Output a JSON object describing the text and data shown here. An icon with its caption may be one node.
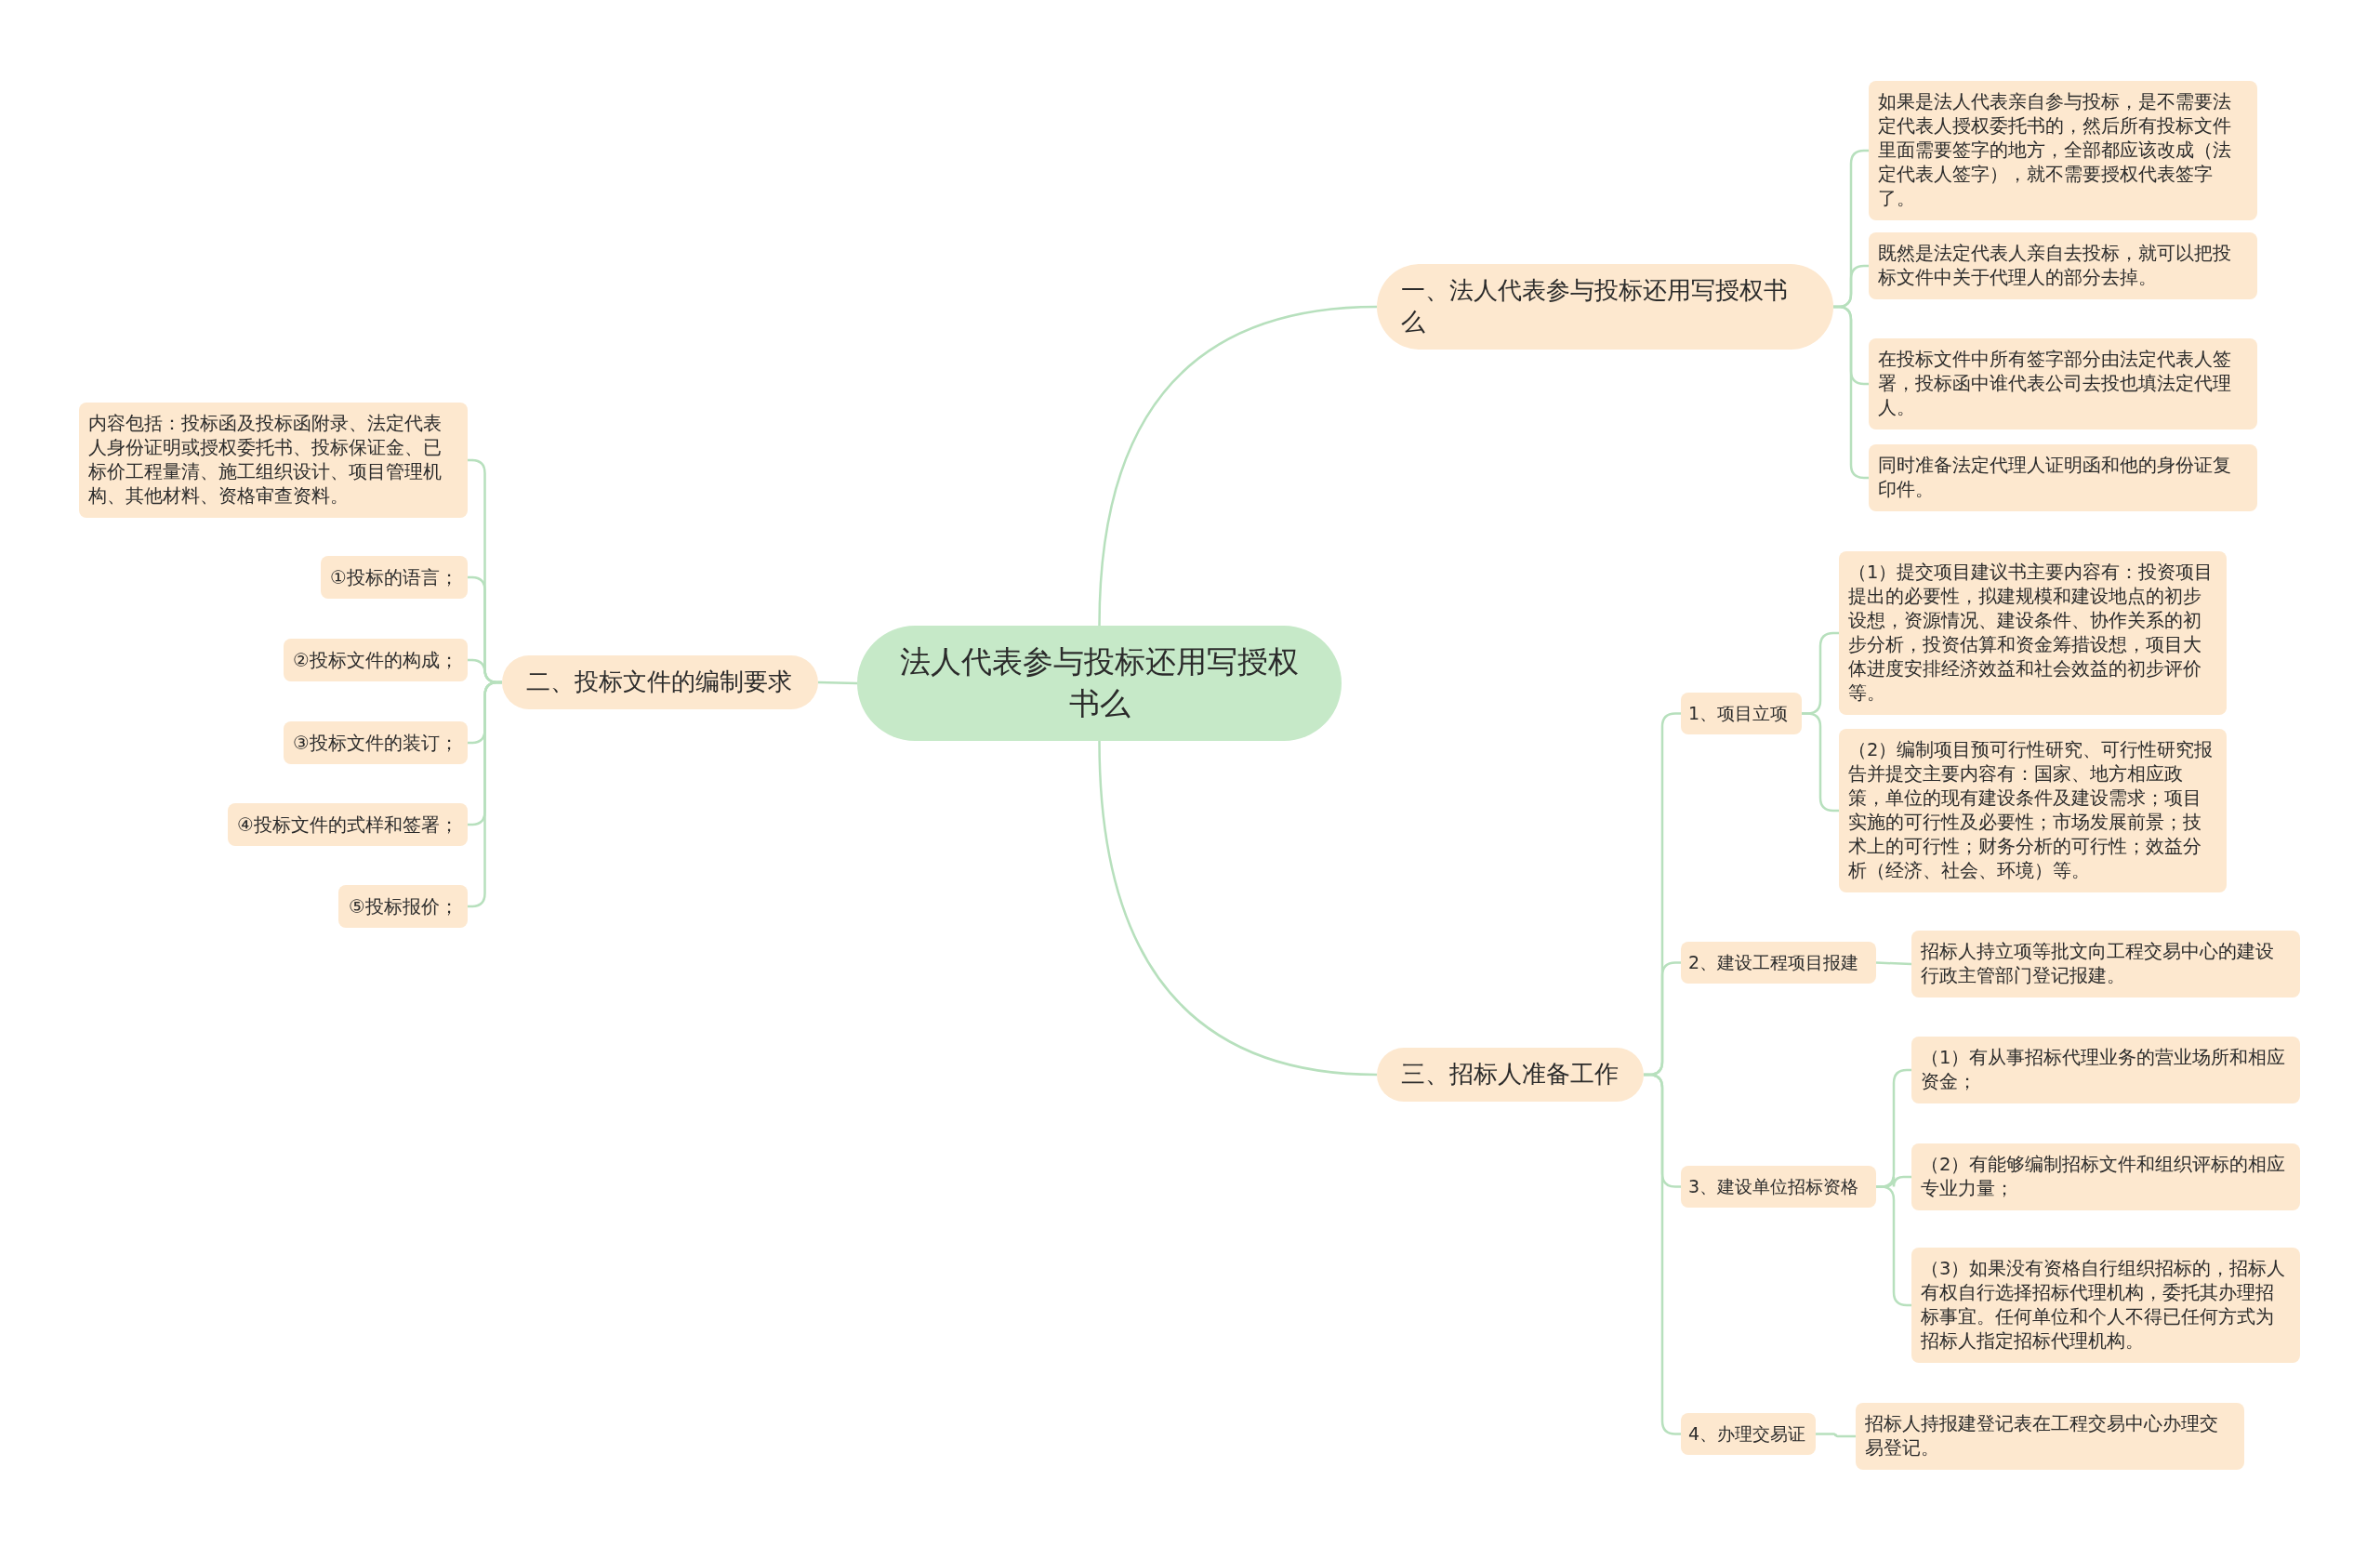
{
  "diagram": {
    "nodes": [
      {
        "text": [
          "法人代表参与投标还用写授权书么"
        ]
      },
      {
        "text": [
          "一、法人代表参与投标还用写授权书么"
        ]
      },
      {
        "text": [
          "如果是法人代表亲自参与投标，是不需要法定代表人授权委托书的，然后所有投标文件里面需要签字的地方，全部都应该改成（法定代表人签字），就不需要授权代表签字了。"
        ]
      },
      {
        "text": [
          "既然是法定代表人亲自去投标，就可以把投标文件中关于代理人的部分去掉。"
        ]
      },
      {
        "text": [
          "在投标文件中所有签字部分由法定代表人签署，投标函中谁代表公司去投也填法定代理人。"
        ]
      },
      {
        "text": [
          "同时准备法定代理人证明函和他的身份证复印件。"
        ]
      },
      {
        "text": [
          "二、投标文件的编制要求"
        ]
      },
      {
        "text": [
          "内容包括：投标函及投标函附录、法定代表人身份证明或授权委托书、投标保证金、已标价工程量清、施工组织设计、项目管理机构、其他材料、资格审查资料。"
        ]
      },
      {
        "text": [
          "①投标的语言；"
        ]
      },
      {
        "text": [
          "②投标文件的构成；"
        ]
      },
      {
        "text": [
          "③投标文件的装订；"
        ]
      },
      {
        "text": [
          "④投标文件的式样和签署；"
        ]
      },
      {
        "text": [
          "⑤投标报价；"
        ]
      },
      {
        "text": [
          "三、招标人准备工作"
        ]
      },
      {
        "text": [
          "1、项目立项"
        ]
      },
      {
        "text": [
          "（1）提交项目建议书主要内容有：投资项目提出的必要性，拟建规模和建设地点的初步设想，资源情况、建设条件、协作关系的初步分析，投资估算和资金筹措设想，项目大体进度安排经济效益和社会效益的初步评价等。"
        ]
      },
      {
        "text": [
          "（2）编制项目预可行性研究、可行性研究报告并提交主要内容有：国家、地方相应政策，单位的现有建设条件及建设需求；项目实施的可行性及必要性；市场发展前景；技术上的可行性；财务分析的可行性；效益分析（经济、社会、环境）等。"
        ]
      },
      {
        "text": [
          "2、建设工程项目报建"
        ]
      },
      {
        "text": [
          "招标人持立项等批文向工程交易中心的建设行政主管部门登记报建。"
        ]
      },
      {
        "text": [
          "3、建设单位招标资格"
        ]
      },
      {
        "text": [
          "（1）有从事招标代理业务的营业场所和相应资金；"
        ]
      },
      {
        "text": [
          "（2）有能够编制招标文件和组织评标的相应专业力量；"
        ]
      },
      {
        "text": [
          "（3）如果没有资格自行组织招标的，招标人有权自行选择招标代理机构，委托其办理招标事宜。任何单位和个人不得已任何方式为招标人指定招标代理机构。"
        ]
      },
      {
        "text": [
          "4、办理交易证"
        ]
      },
      {
        "text": [
          "招标人持报建登记表在工程交易中心办理交易登记。"
        ]
      }
    ],
    "edges": [
      {
        "from": 0,
        "to": 1,
        "arrow": "none"
      },
      {
        "from": 1,
        "to": 2,
        "arrow": "none"
      },
      {
        "from": 1,
        "to": 3,
        "arrow": "none"
      },
      {
        "from": 1,
        "to": 4,
        "arrow": "none"
      },
      {
        "from": 1,
        "to": 5,
        "arrow": "none"
      },
      {
        "from": 0,
        "to": 6,
        "arrow": "none"
      },
      {
        "from": 6,
        "to": 7,
        "arrow": "none"
      },
      {
        "from": 6,
        "to": 8,
        "arrow": "none"
      },
      {
        "from": 6,
        "to": 9,
        "arrow": "none"
      },
      {
        "from": 6,
        "to": 10,
        "arrow": "none"
      },
      {
        "from": 6,
        "to": 11,
        "arrow": "none"
      },
      {
        "from": 6,
        "to": 12,
        "arrow": "none"
      },
      {
        "from": 0,
        "to": 13,
        "arrow": "none"
      },
      {
        "from": 13,
        "to": 14,
        "arrow": "none"
      },
      {
        "from": 14,
        "to": 15,
        "arrow": "none"
      },
      {
        "from": 14,
        "to": 16,
        "arrow": "none"
      },
      {
        "from": 13,
        "to": 17,
        "arrow": "none"
      },
      {
        "from": 17,
        "to": 18,
        "arrow": "none"
      },
      {
        "from": 13,
        "to": 19,
        "arrow": "none"
      },
      {
        "from": 19,
        "to": 20,
        "arrow": "none"
      },
      {
        "from": 19,
        "to": 21,
        "arrow": "none"
      },
      {
        "from": 19,
        "to": 22,
        "arrow": "none"
      },
      {
        "from": 13,
        "to": 23,
        "arrow": "none"
      },
      {
        "from": 23,
        "to": 24,
        "arrow": "none"
      }
    ]
  }
}
